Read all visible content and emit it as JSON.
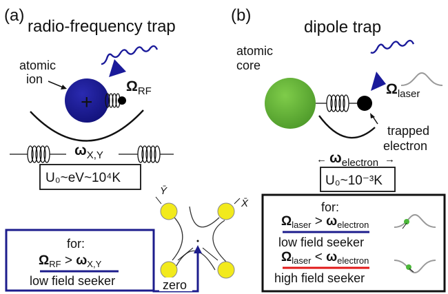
{
  "panel_a": {
    "label": "(a)",
    "title": "radio-frequency trap",
    "ion_label_1": "atomic",
    "ion_label_2": "ion",
    "ion_symbol": "+",
    "omega_symbol": "Ω",
    "omega_sub": "RF",
    "freq_symbol": "ω",
    "freq_sub": "X,Y",
    "energy": "U₀~eV~10⁴K",
    "condition_title": "for:",
    "condition_lhs_symbol": "Ω",
    "condition_lhs_sub": "RF",
    "condition_op": " > ",
    "condition_rhs_symbol": "ω",
    "condition_rhs_sub": "X,Y",
    "condition_result": "low field seeker",
    "zero_label": "zero",
    "axis_x": "X̄",
    "axis_y": "Ȳ"
  },
  "panel_b": {
    "label": "(b)",
    "title": "dipole trap",
    "core_label_1": "atomic",
    "core_label_2": "core",
    "omega_symbol": "Ω",
    "omega_sub": "laser",
    "electron_label_1": "trapped",
    "electron_label_2": "electron",
    "freq_symbol": "ω",
    "freq_sub": "electron",
    "energy": "U₀~10⁻³K",
    "condition_title": "for:",
    "cond1_lhs_symbol": "Ω",
    "cond1_lhs_sub": "laser",
    "cond1_op": " > ",
    "cond1_rhs_symbol": "ω",
    "cond1_rhs_sub": "electron",
    "cond1_result": "low field seeker",
    "cond2_lhs_symbol": "Ω",
    "cond2_lhs_sub": "laser",
    "cond2_op": " < ",
    "cond2_rhs_symbol": "ω",
    "cond2_rhs_sub": "electron",
    "cond2_result": "high field seeker"
  },
  "colors": {
    "ion": "#1a1a8c",
    "core": "#6ab83a",
    "electrode": "#f2ea1c",
    "frame_blue": "#1c1c8c",
    "underline_red": "#e01818",
    "laser": "#1a1a9a"
  }
}
